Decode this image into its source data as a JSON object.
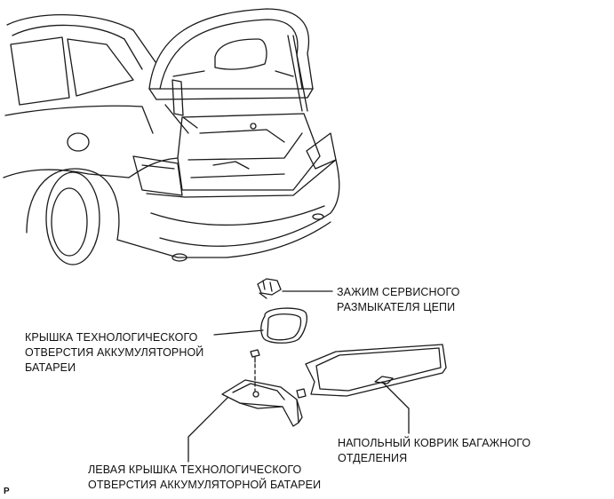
{
  "labels": {
    "service_switch_clamp": [
      "ЗАЖИМ СЕРВИСНОГО",
      "РАЗМЫКАТЕЛЯ ЦЕПИ"
    ],
    "battery_access_cover": [
      "КРЫШКА ТЕХНОЛОГИЧЕСКОГО",
      "ОТВЕРСТИЯ АККУМУЛЯТОРНОЙ",
      "БАТАРЕИ"
    ],
    "trunk_floor_mat": [
      "НАПОЛЬНЫЙ КОВРИК БАГАЖНОГО",
      "ОТДЕЛЕНИЯ"
    ],
    "left_battery_access_cover": [
      "ЛЕВАЯ КРЫШКА ТЕХНОЛОГИЧЕСКОГО",
      "ОТВЕРСТИЯ АККУМУЛЯТОРНОЙ БАТАРЕИ"
    ]
  },
  "figure_code": "P"
}
